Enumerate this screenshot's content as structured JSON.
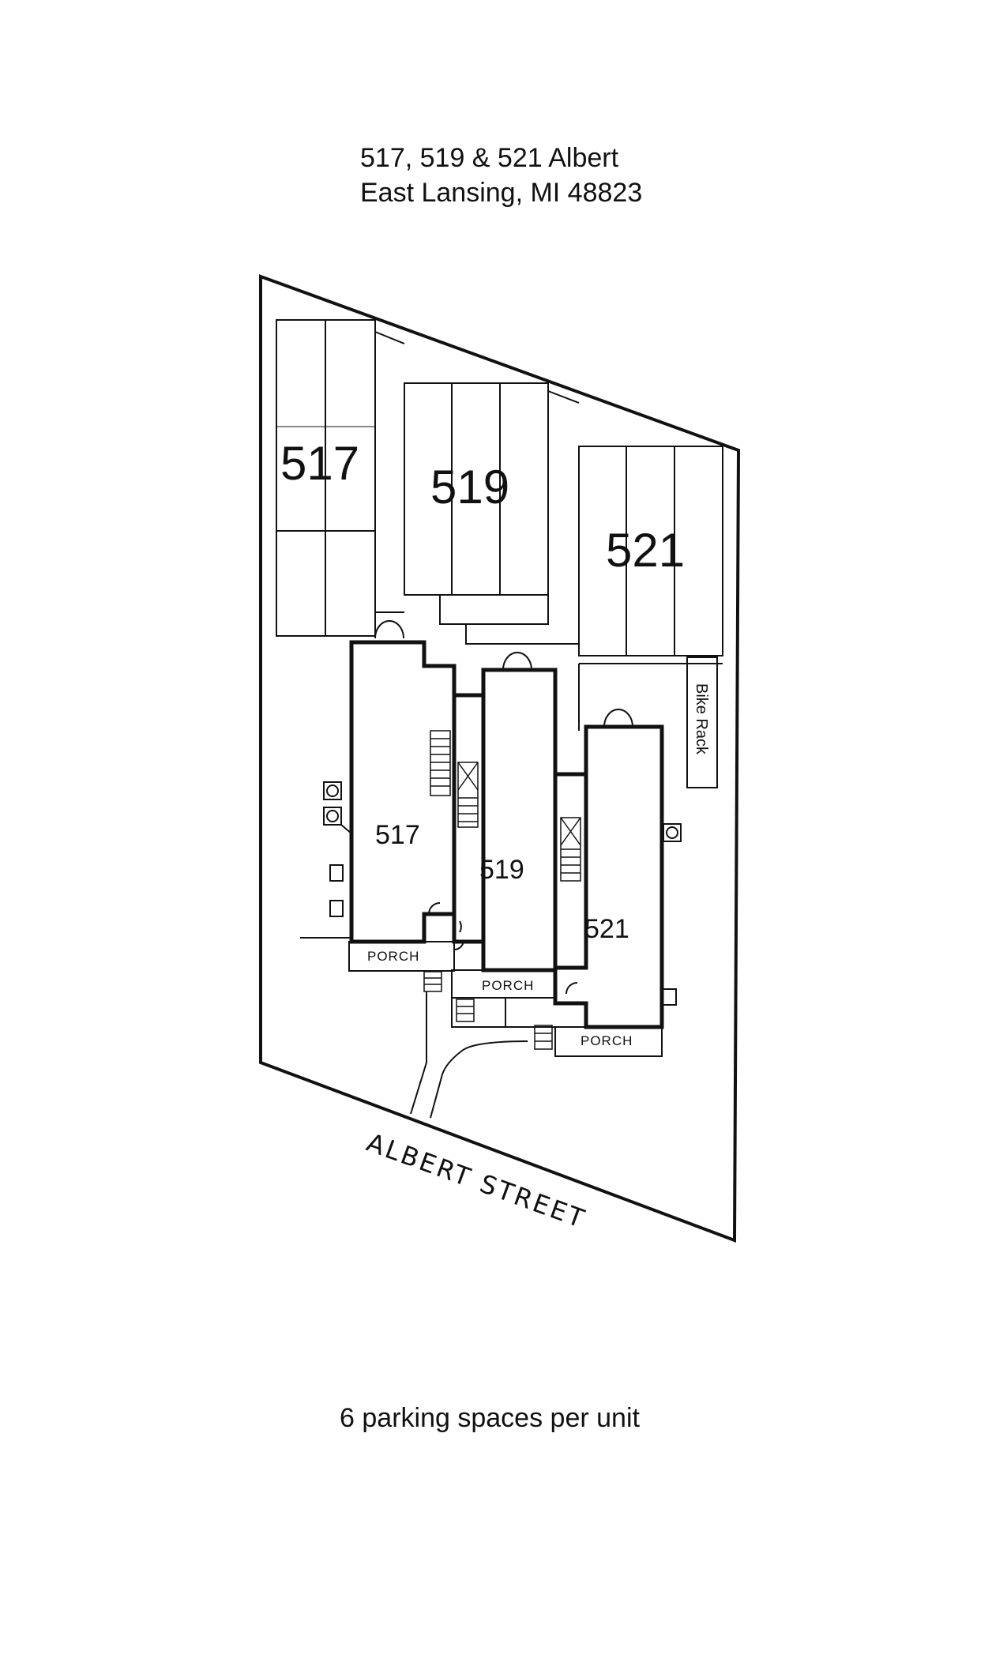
{
  "header": {
    "line1": "517, 519 & 521 Albert",
    "line2": "East Lansing, MI 48823"
  },
  "parking_lots": [
    {
      "label": "517"
    },
    {
      "label": "519"
    },
    {
      "label": "521"
    }
  ],
  "units": [
    {
      "label": "517"
    },
    {
      "label": "519"
    },
    {
      "label": "521"
    }
  ],
  "porches": [
    {
      "label": "PORCH"
    },
    {
      "label": "PORCH"
    },
    {
      "label": "PORCH"
    }
  ],
  "bike_rack": {
    "label": "Bike Rack"
  },
  "street": {
    "label": "ALBERT STREET"
  },
  "footer": {
    "note": "6 parking spaces per unit"
  }
}
